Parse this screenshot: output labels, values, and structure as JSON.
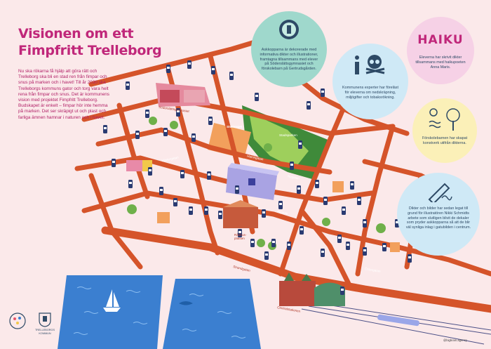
{
  "title_lines": [
    "Visionen om ett",
    "Fimpfritt Trelleborg"
  ],
  "intro_paragraphs": [
    "Nu ska rökarna få hjälp att göra rätt och Trelleborg ska bli en stad ren från fimpar och snus på marken och i havet! Till år 2030 ska Trelleborgs kommuns gator och torg vara helt rena från fimpar och snus. Det är kommunens vision med projektet Fimpfritt Trelleborg.",
    "Budskapet är enkelt – fimpar hör inte hemma på marken. Det ser skräpigt ut och plast och farliga ämnen hamnar i naturen och i havet."
  ],
  "info_circles": [
    {
      "id": "askkopparna",
      "text": "Askkopparna är dekorerade med informativa dikter och illustrationer, framtagna tillsammans med elever på Söderslättsgymnasiet och förskolebarn på Gertrudsgården.",
      "color": "#9fd8cc",
      "icon": "ashtray-icon"
    },
    {
      "id": "haiku",
      "word": "HAIKU",
      "text": "Eleverna har skrivit dikter tillsammans med haikupoeten Anna Maris.",
      "color": "#f6d1e6",
      "icon": "haiku-logo"
    },
    {
      "id": "experter",
      "text": "Kommunens experter har föreläst för eleverna om nedskräpning, miljögifter och tobaksrökning.",
      "color": "#cfe9f6",
      "icon": "info-skull-icon"
    },
    {
      "id": "forskolebarnen",
      "text": "Förskolebarnen har skapat konstverk utifrån dikterna.",
      "color": "#fbf0b8",
      "icon": "sun-tree-wave-icon"
    },
    {
      "id": "dikter",
      "text": "Dikter och bilder har sedan legat till grund för illustratören Nikki Schmidts arbete som slutligen blivit de dekaler som pryder askkopparna så att de blir väl synliga inlag i gatubilden i centrum.",
      "color": "#cfe9f6",
      "icon": "pencil-icon"
    }
  ],
  "street_labels": [
    "Söderslättsgymnasiet",
    "Stortorget",
    "Stadsparken",
    "Algatan",
    "Hamngatan",
    "Nygatan",
    "Västergatan",
    "Östergatan",
    "Rådhus-platsen",
    "Strandgatan",
    "Centralstationen"
  ],
  "logos": [
    {
      "name": "fimpfritt-logo",
      "caption": ""
    },
    {
      "name": "trelleborg-kommun-logo",
      "caption": "TRELLEBORGS KOMMUN"
    }
  ],
  "credit": "@bigbrain.agency",
  "colors": {
    "background": "#fbe9ea",
    "road": "#d5542a",
    "water": "#3b7fd0",
    "title": "#c0277a",
    "park": "#3f8a3a",
    "ashtray": "#2a3b72"
  }
}
